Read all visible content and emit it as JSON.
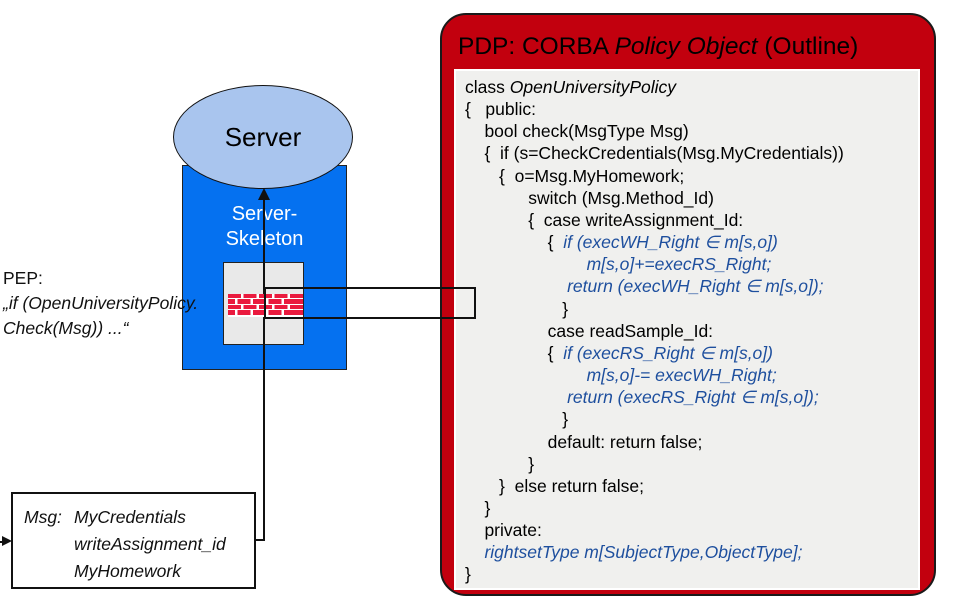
{
  "colors": {
    "pdp_red": "#c2000e",
    "skeleton_blue": "#0571f0",
    "ellipse_blue": "#a9c5ee",
    "panel_gray": "#f0f0ee",
    "brick_red": "#ea1a3e",
    "code_blue": "#1e4f9e"
  },
  "server": {
    "label": "Server"
  },
  "skeleton": {
    "line1": "Server-",
    "line2": "Skeleton"
  },
  "pep": {
    "line1": "PEP:",
    "line2": "„if (OpenUniversityPolicy.",
    "line3": "Check(Msg)) ...“"
  },
  "msg": {
    "label": "Msg:",
    "items": [
      "MyCredentials",
      "writeAssignment_id",
      "MyHomework"
    ]
  },
  "pdp": {
    "title_parts": [
      {
        "t": "PDP: CORBA ",
        "s": "k"
      },
      {
        "t": "Policy Object",
        "s": "i"
      },
      {
        "t": " (Outline)",
        "s": "k"
      }
    ],
    "code_lines": [
      [
        {
          "t": "class ",
          "s": "k"
        },
        {
          "t": "OpenUniversityPolicy",
          "s": "i"
        }
      ],
      [
        {
          "t": "{   public:",
          "s": "k"
        }
      ],
      [
        {
          "t": "    bool check(MsgType Msg)",
          "s": "k"
        }
      ],
      [
        {
          "t": "    {  if (s=CheckCredentials(Msg.MyCredentials))",
          "s": "k"
        }
      ],
      [
        {
          "t": "       {  o=Msg.MyHomework;",
          "s": "k"
        }
      ],
      [
        {
          "t": "             switch (Msg.Method_Id)",
          "s": "k"
        }
      ],
      [
        {
          "t": "             {  case writeAssignment_Id:",
          "s": "k"
        }
      ],
      [
        {
          "t": "                 {  ",
          "s": "k"
        },
        {
          "t": "if (execWH_Right ∈ m[s,o])",
          "s": "b"
        }
      ],
      [
        {
          "t": "                         ",
          "s": "k"
        },
        {
          "t": "m[s,o]+=execRS_Right;",
          "s": "b"
        }
      ],
      [
        {
          "t": "                     ",
          "s": "k"
        },
        {
          "t": "return (execWH_Right ∈ m[s,o]);",
          "s": "b"
        }
      ],
      [
        {
          "t": "                    }",
          "s": "k"
        }
      ],
      [
        {
          "t": "                 case readSample_Id:",
          "s": "k"
        }
      ],
      [
        {
          "t": "                 {  ",
          "s": "k"
        },
        {
          "t": "if (execRS_Right ∈ m[s,o])",
          "s": "b"
        }
      ],
      [
        {
          "t": "                         ",
          "s": "k"
        },
        {
          "t": "m[s,o]-= execWH_Right;",
          "s": "b"
        }
      ],
      [
        {
          "t": "                     ",
          "s": "k"
        },
        {
          "t": "return (execRS_Right ∈ m[s,o]);",
          "s": "b"
        }
      ],
      [
        {
          "t": "                    }",
          "s": "k"
        }
      ],
      [
        {
          "t": "                 default: return false;",
          "s": "k"
        }
      ],
      [
        {
          "t": "             }",
          "s": "k"
        }
      ],
      [
        {
          "t": "       }  else return false;",
          "s": "k"
        }
      ],
      [
        {
          "t": "    }",
          "s": "k"
        }
      ],
      [
        {
          "t": "    private:",
          "s": "k"
        }
      ],
      [
        {
          "t": "    ",
          "s": "k"
        },
        {
          "t": "rightsetType m[SubjectType,ObjectType];",
          "s": "b"
        }
      ],
      [
        {
          "t": "}",
          "s": "k"
        }
      ]
    ]
  }
}
